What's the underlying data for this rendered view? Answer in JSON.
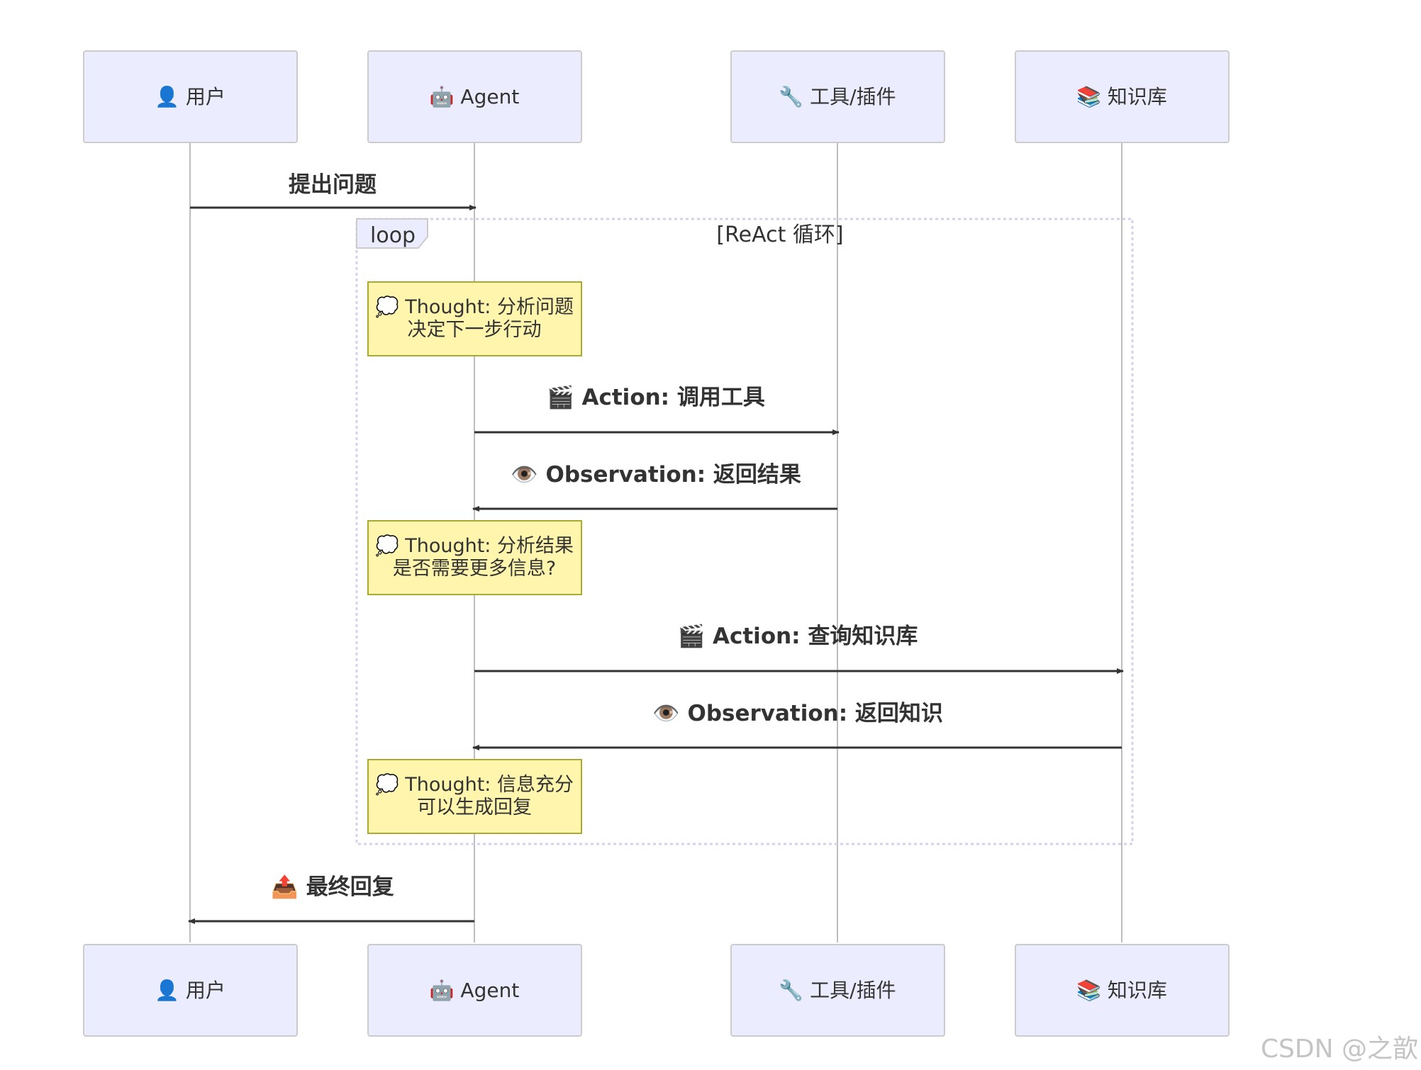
{
  "actors": [
    {
      "id": "user",
      "label": "👤 用户"
    },
    {
      "id": "agent",
      "label": "🤖 Agent"
    },
    {
      "id": "tools",
      "label": "🔧 工具/插件"
    },
    {
      "id": "kb",
      "label": "📚 知识库"
    }
  ],
  "loop": {
    "keyword": "loop",
    "condition": "[ReAct 循环]"
  },
  "messages": [
    {
      "from": "user",
      "to": "agent",
      "label": "提出问题"
    },
    {
      "from": "agent",
      "to": "tools",
      "label": "🎬 Action: 调用工具"
    },
    {
      "from": "tools",
      "to": "agent",
      "label": "👁️ Observation: 返回结果"
    },
    {
      "from": "agent",
      "to": "kb",
      "label": "🎬 Action: 查询知识库"
    },
    {
      "from": "kb",
      "to": "agent",
      "label": "👁️ Observation: 返回知识"
    },
    {
      "from": "agent",
      "to": "user",
      "label": "📤 最终回复"
    }
  ],
  "notes": [
    {
      "over": "agent",
      "lines": [
        "💭 Thought: 分析问题",
        "决定下一步行动"
      ]
    },
    {
      "over": "agent",
      "lines": [
        "💭 Thought: 分析结果",
        "是否需要更多信息?"
      ]
    },
    {
      "over": "agent",
      "lines": [
        "💭 Thought: 信息充分",
        "可以生成回复"
      ]
    }
  ],
  "watermark": "CSDN @之歆"
}
